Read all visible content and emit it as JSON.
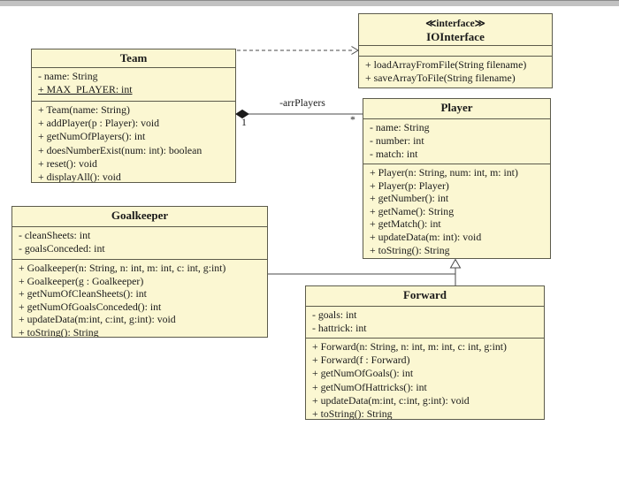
{
  "classes": {
    "team": {
      "title": "Team",
      "attributes": [
        "- name: String",
        "+ MAX_PLAYER: int"
      ],
      "methods": [
        "+ Team(name: String)",
        "+ addPlayer(p : Player): void",
        "+ getNumOfPlayers(): int",
        "+ doesNumberExist(num: int): boolean",
        "+ reset(): void",
        "+ displayAll(): void"
      ]
    },
    "iointerface": {
      "stereotype": "≪interface≫",
      "title": "IOInterface",
      "methods": [
        "+ loadArrayFromFile(String filename)",
        "+ saveArrayToFile(String filename)"
      ]
    },
    "player": {
      "title": "Player",
      "attributes": [
        "- name: String",
        "- number: int",
        "- match: int"
      ],
      "methods": [
        "+ Player(n: String, num: int, m: int)",
        "+ Player(p: Player)",
        "+ getNumber(): int",
        "+ getName(): String",
        "+ getMatch(): int",
        "+ updateData(m: int): void",
        "+ toString(): String"
      ]
    },
    "goalkeeper": {
      "title": "Goalkeeper",
      "attributes": [
        "- cleanSheets: int",
        "- goalsConceded: int"
      ],
      "methods": [
        "+ Goalkeeper(n: String, n: int, m: int, c: int, g:int)",
        "+ Goalkeeper(g : Goalkeeper)",
        "+ getNumOfCleanSheets(): int",
        "+ getNumOfGoalsConceded(): int",
        "+ updateData(m:int, c:int, g:int): void",
        "+ toString(): String"
      ]
    },
    "forward": {
      "title": "Forward",
      "attributes": [
        "- goals: int",
        "- hattrick: int"
      ],
      "methods": [
        "+ Forward(n: String, n: int, m: int, c: int, g:int)",
        "+ Forward(f : Forward)",
        "+ getNumOfGoals(): int",
        "+ getNumOfHattricks(): int",
        "+ updateData(m:int, c:int, g:int): void",
        "+ toString(): String"
      ]
    }
  },
  "relations": {
    "dependency": {
      "from": "Team",
      "to": "IOInterface",
      "type": "dashed-arrow"
    },
    "composition": {
      "from": "Team",
      "to": "Player",
      "label": "-arrPlayers",
      "from_mult": "1",
      "to_mult": "*"
    },
    "generalization": {
      "parent": "Player",
      "children": [
        "Goalkeeper",
        "Forward"
      ],
      "type": "hollow-triangle"
    }
  },
  "colors": {
    "class_fill": "#fbf7d2",
    "class_border": "#5c5b4b",
    "line": "#4a4a49",
    "background": "#ffffff",
    "bottom_bar": "#c2c2c2"
  }
}
